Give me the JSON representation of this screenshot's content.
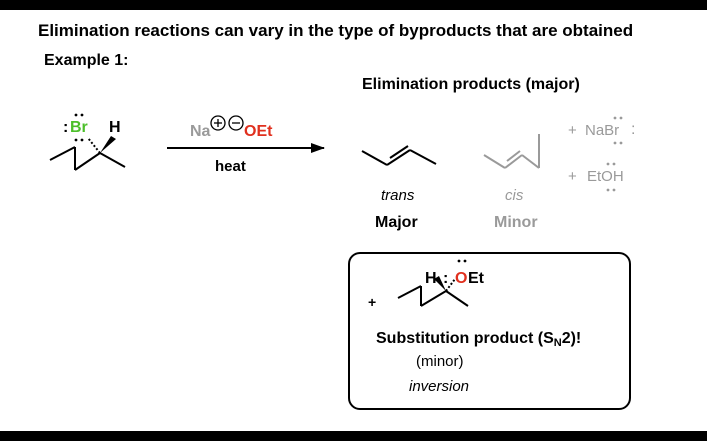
{
  "title": "Elimination reactions can vary in the type of byproducts that are obtained",
  "example_label": "Example 1:",
  "products_heading": "Elimination products (major)",
  "reactant": {
    "leaving_group": "Br",
    "leaving_group_prefix": ":",
    "hydrogen": "H"
  },
  "reagent": {
    "cation": "Na",
    "base": "OEt",
    "condition": "heat"
  },
  "products": {
    "trans_label": "trans",
    "trans_rank": "Major",
    "cis_label": "cis",
    "cis_rank": "Minor"
  },
  "byproducts": {
    "plus1": "+",
    "salt": "NaBr",
    "salt_suffix": ":",
    "plus2": "+",
    "alcohol": "EtOH"
  },
  "substitution": {
    "plus": "+",
    "hydrogen": "H",
    "colon": ":",
    "oxygen": "O",
    "ethyl": "Et",
    "caption_main": "Substitution product (S",
    "caption_sub": "N",
    "caption_end": "2)!",
    "minor": "(minor)",
    "inversion": "inversion"
  },
  "colors": {
    "bromine": "#4cbf2a",
    "oxygen": "#e0301e",
    "faded": "#9a9a9a"
  }
}
